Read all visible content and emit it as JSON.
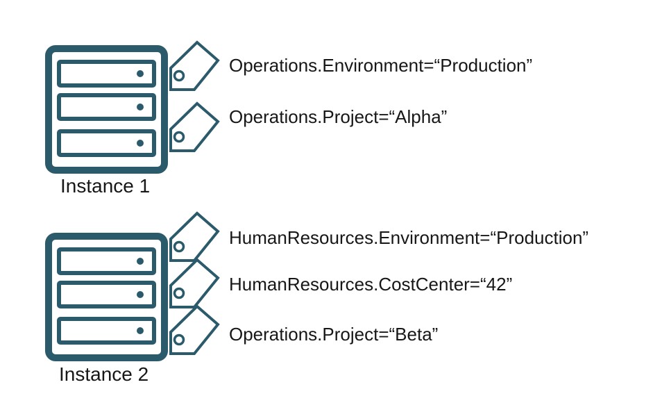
{
  "diagram_title": "Instance tagging diagram",
  "colors": {
    "outline": "#2b5a6b",
    "text": "#171717",
    "background": "#ffffff"
  },
  "icons": {
    "server": "server-icon",
    "tag": "tag-icon"
  },
  "instances": [
    {
      "label": "Instance 1",
      "tags": [
        "Operations.Environment=“Production”",
        "Operations.Project=“Alpha”"
      ]
    },
    {
      "label": "Instance 2",
      "tags": [
        "HumanResources.Environment=“Production”",
        "HumanResources.CostCenter=“42”",
        "Operations.Project=“Beta”"
      ]
    }
  ]
}
